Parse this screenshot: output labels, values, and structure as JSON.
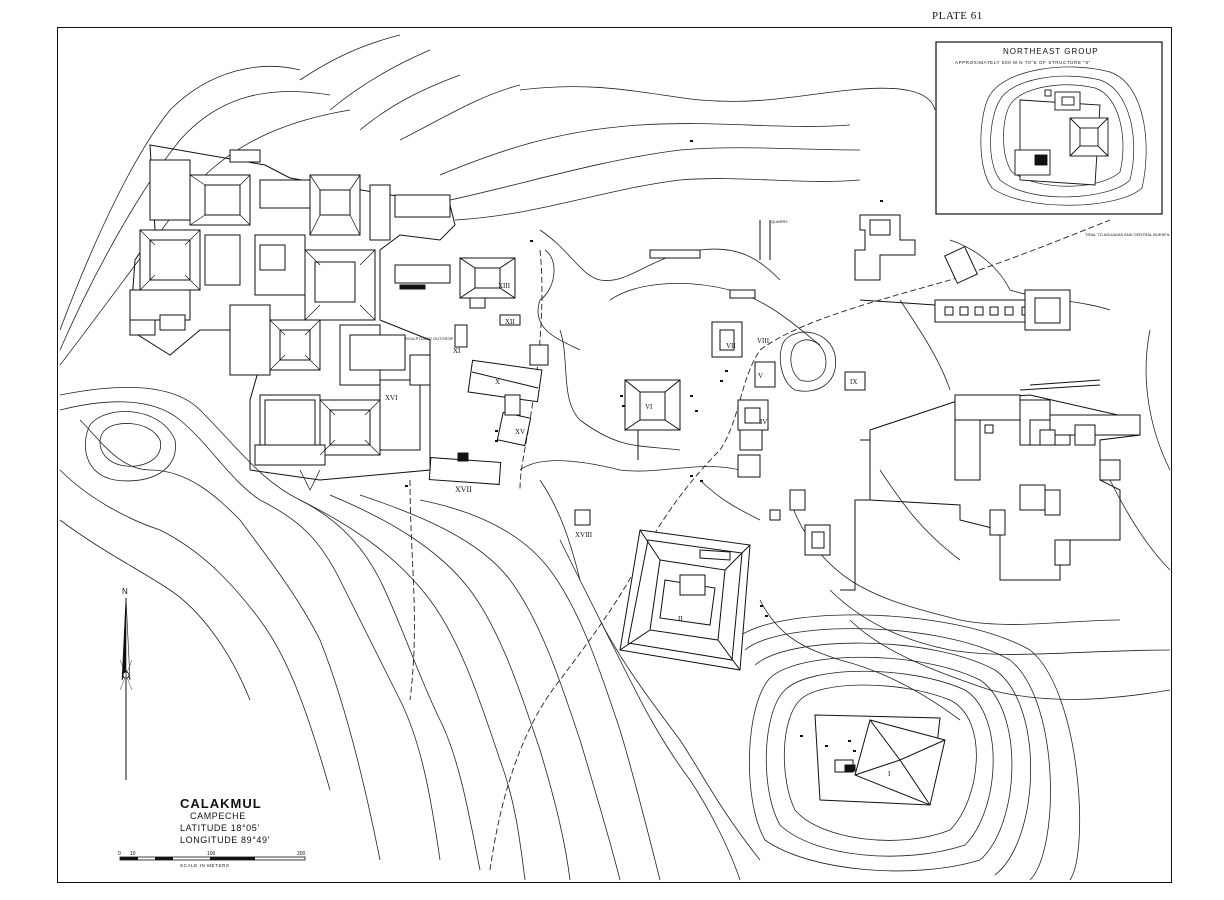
{
  "plate": "PLATE 61",
  "site": {
    "name": "CALAKMUL",
    "state": "CAMPECHE",
    "latitude": "LATITUDE 18°05'",
    "longitude": "LONGITUDE 89°49'"
  },
  "inset": {
    "title": "NORTHEAST GROUP",
    "subtitle": "APPROXIMATELY 600 M N 70°E OF STRUCTURE \"5\""
  },
  "scale": {
    "ticks": [
      "0",
      "10",
      "100",
      "200"
    ],
    "caption": "SCALE IN METERS"
  },
  "north_label": "N",
  "annotations": {
    "quarry": "QUARRY",
    "trail": "TRAIL TO AGUADAS AND CENTRAL BUENFIL",
    "sculptured_outcrop": "SCULPTURED OUTCROP"
  },
  "structures": [
    "I",
    "II",
    "IV",
    "V",
    "VI",
    "VII",
    "VIII",
    "IX",
    "X",
    "XI",
    "XII",
    "XIII",
    "XV",
    "XVI",
    "XVII",
    "XVIII"
  ],
  "colors": {
    "ink": "#111111",
    "paper": "#ffffff"
  }
}
